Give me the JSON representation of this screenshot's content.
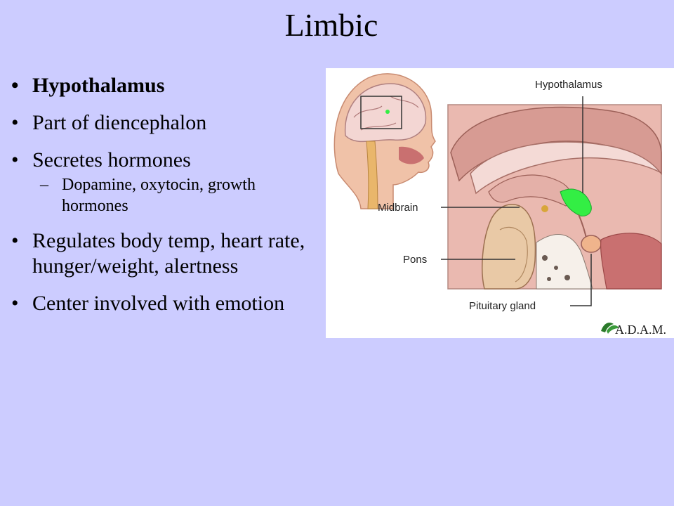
{
  "slide": {
    "title": "Limbic",
    "bullets": [
      {
        "text": "Hypothalamus",
        "bold": true
      },
      {
        "text": "Part of diencephalon"
      },
      {
        "text": "Secretes hormones",
        "sub": [
          "Dopamine, oxytocin, growth hormones"
        ]
      },
      {
        "text": "Regulates body temp, heart rate, hunger/weight, alertness"
      },
      {
        "text": "Center involved with emotion"
      }
    ]
  },
  "figure": {
    "labels": {
      "hypothalamus": "Hypothalamus",
      "midbrain": "Midbrain",
      "pons": "Pons",
      "pituitary": "Pituitary gland"
    },
    "brand": "A.D.A.M."
  },
  "colors": {
    "background": "#ccccff",
    "hypothalamus_highlight": "#33ee44"
  }
}
